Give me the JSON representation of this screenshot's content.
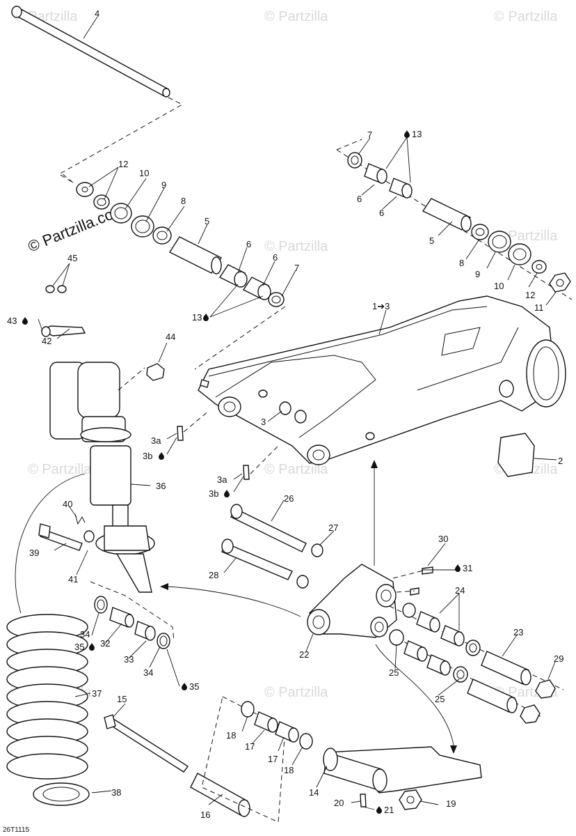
{
  "watermark": {
    "text": "© Partzilla",
    "main_text": "© Partzilla.com"
  },
  "drawing_code": "26T1115",
  "callouts": {
    "c1": "1➔3",
    "c2": "2",
    "c3": "3",
    "c3a_1": "3a",
    "c3b_1": "3b",
    "c3a_2": "3a",
    "c3b_2": "3b",
    "c4": "4",
    "c5_l": "5",
    "c5_r": "5",
    "c6_la": "6",
    "c6_lb": "6",
    "c6_ra": "6",
    "c6_rb": "6",
    "c7_l": "7",
    "c7_r": "7",
    "c8_l": "8",
    "c8_r": "8",
    "c9_l": "9",
    "c9_r": "9",
    "c10_l": "10",
    "c10_r": "10",
    "c11": "11",
    "c12_l": "12",
    "c12_r": "12",
    "c13_l": "13",
    "c13_r": "13",
    "c14": "14",
    "c15": "15",
    "c16": "16",
    "c17_a": "17",
    "c17_b": "17",
    "c18_a": "18",
    "c18_b": "18",
    "c19": "19",
    "c20": "20",
    "c21": "21",
    "c22": "22",
    "c23": "23",
    "c24": "24",
    "c25_a": "25",
    "c25_b": "25",
    "c26": "26",
    "c27": "27",
    "c28": "28",
    "c29": "29",
    "c30": "30",
    "c31": "31",
    "c32": "32",
    "c33": "33",
    "c34_a": "34",
    "c34_b": "34",
    "c35_a": "35",
    "c35_b": "35",
    "c36": "36",
    "c37": "37",
    "c38": "38",
    "c39": "39",
    "c40": "40",
    "c41": "41",
    "c42": "42",
    "c43": "43",
    "c44": "44",
    "c45": "45"
  },
  "icons": {
    "lubricant": "oil-drop-icon"
  }
}
